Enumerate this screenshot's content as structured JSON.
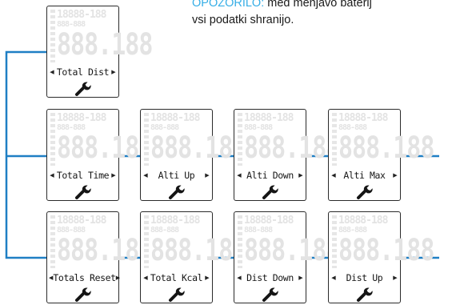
{
  "note": {
    "warning_label": "OPOZORILO:",
    "line1_rest": " med menjavo baterij",
    "line2": "vsi podatki shranijo."
  },
  "lcd": {
    "segment_top": "18888-188",
    "segment_mid": "888-888",
    "segment_big": "888.188"
  },
  "devices": [
    {
      "name": "device-total-dist",
      "label": "Total Dist"
    },
    {
      "name": "device-total-time",
      "label": "Total Time"
    },
    {
      "name": "device-alti-up",
      "label": "Alti Up"
    },
    {
      "name": "device-alti-down",
      "label": "Alti Down"
    },
    {
      "name": "device-alti-max",
      "label": "Alti Max"
    },
    {
      "name": "device-totals-reset",
      "label": "Totals Reset"
    },
    {
      "name": "device-total-kcal",
      "label": "Total Kcal"
    },
    {
      "name": "device-dist-down",
      "label": "Dist Down"
    },
    {
      "name": "device-dist-up",
      "label": "Dist Up"
    }
  ],
  "colors": {
    "connector": "#1f7fc4",
    "warning": "#36aee6",
    "lcd_ghost": "#e3e3e3"
  },
  "icons": {
    "left": "triangle-left-icon",
    "right": "triangle-right-icon",
    "tool": "wrench-icon"
  }
}
